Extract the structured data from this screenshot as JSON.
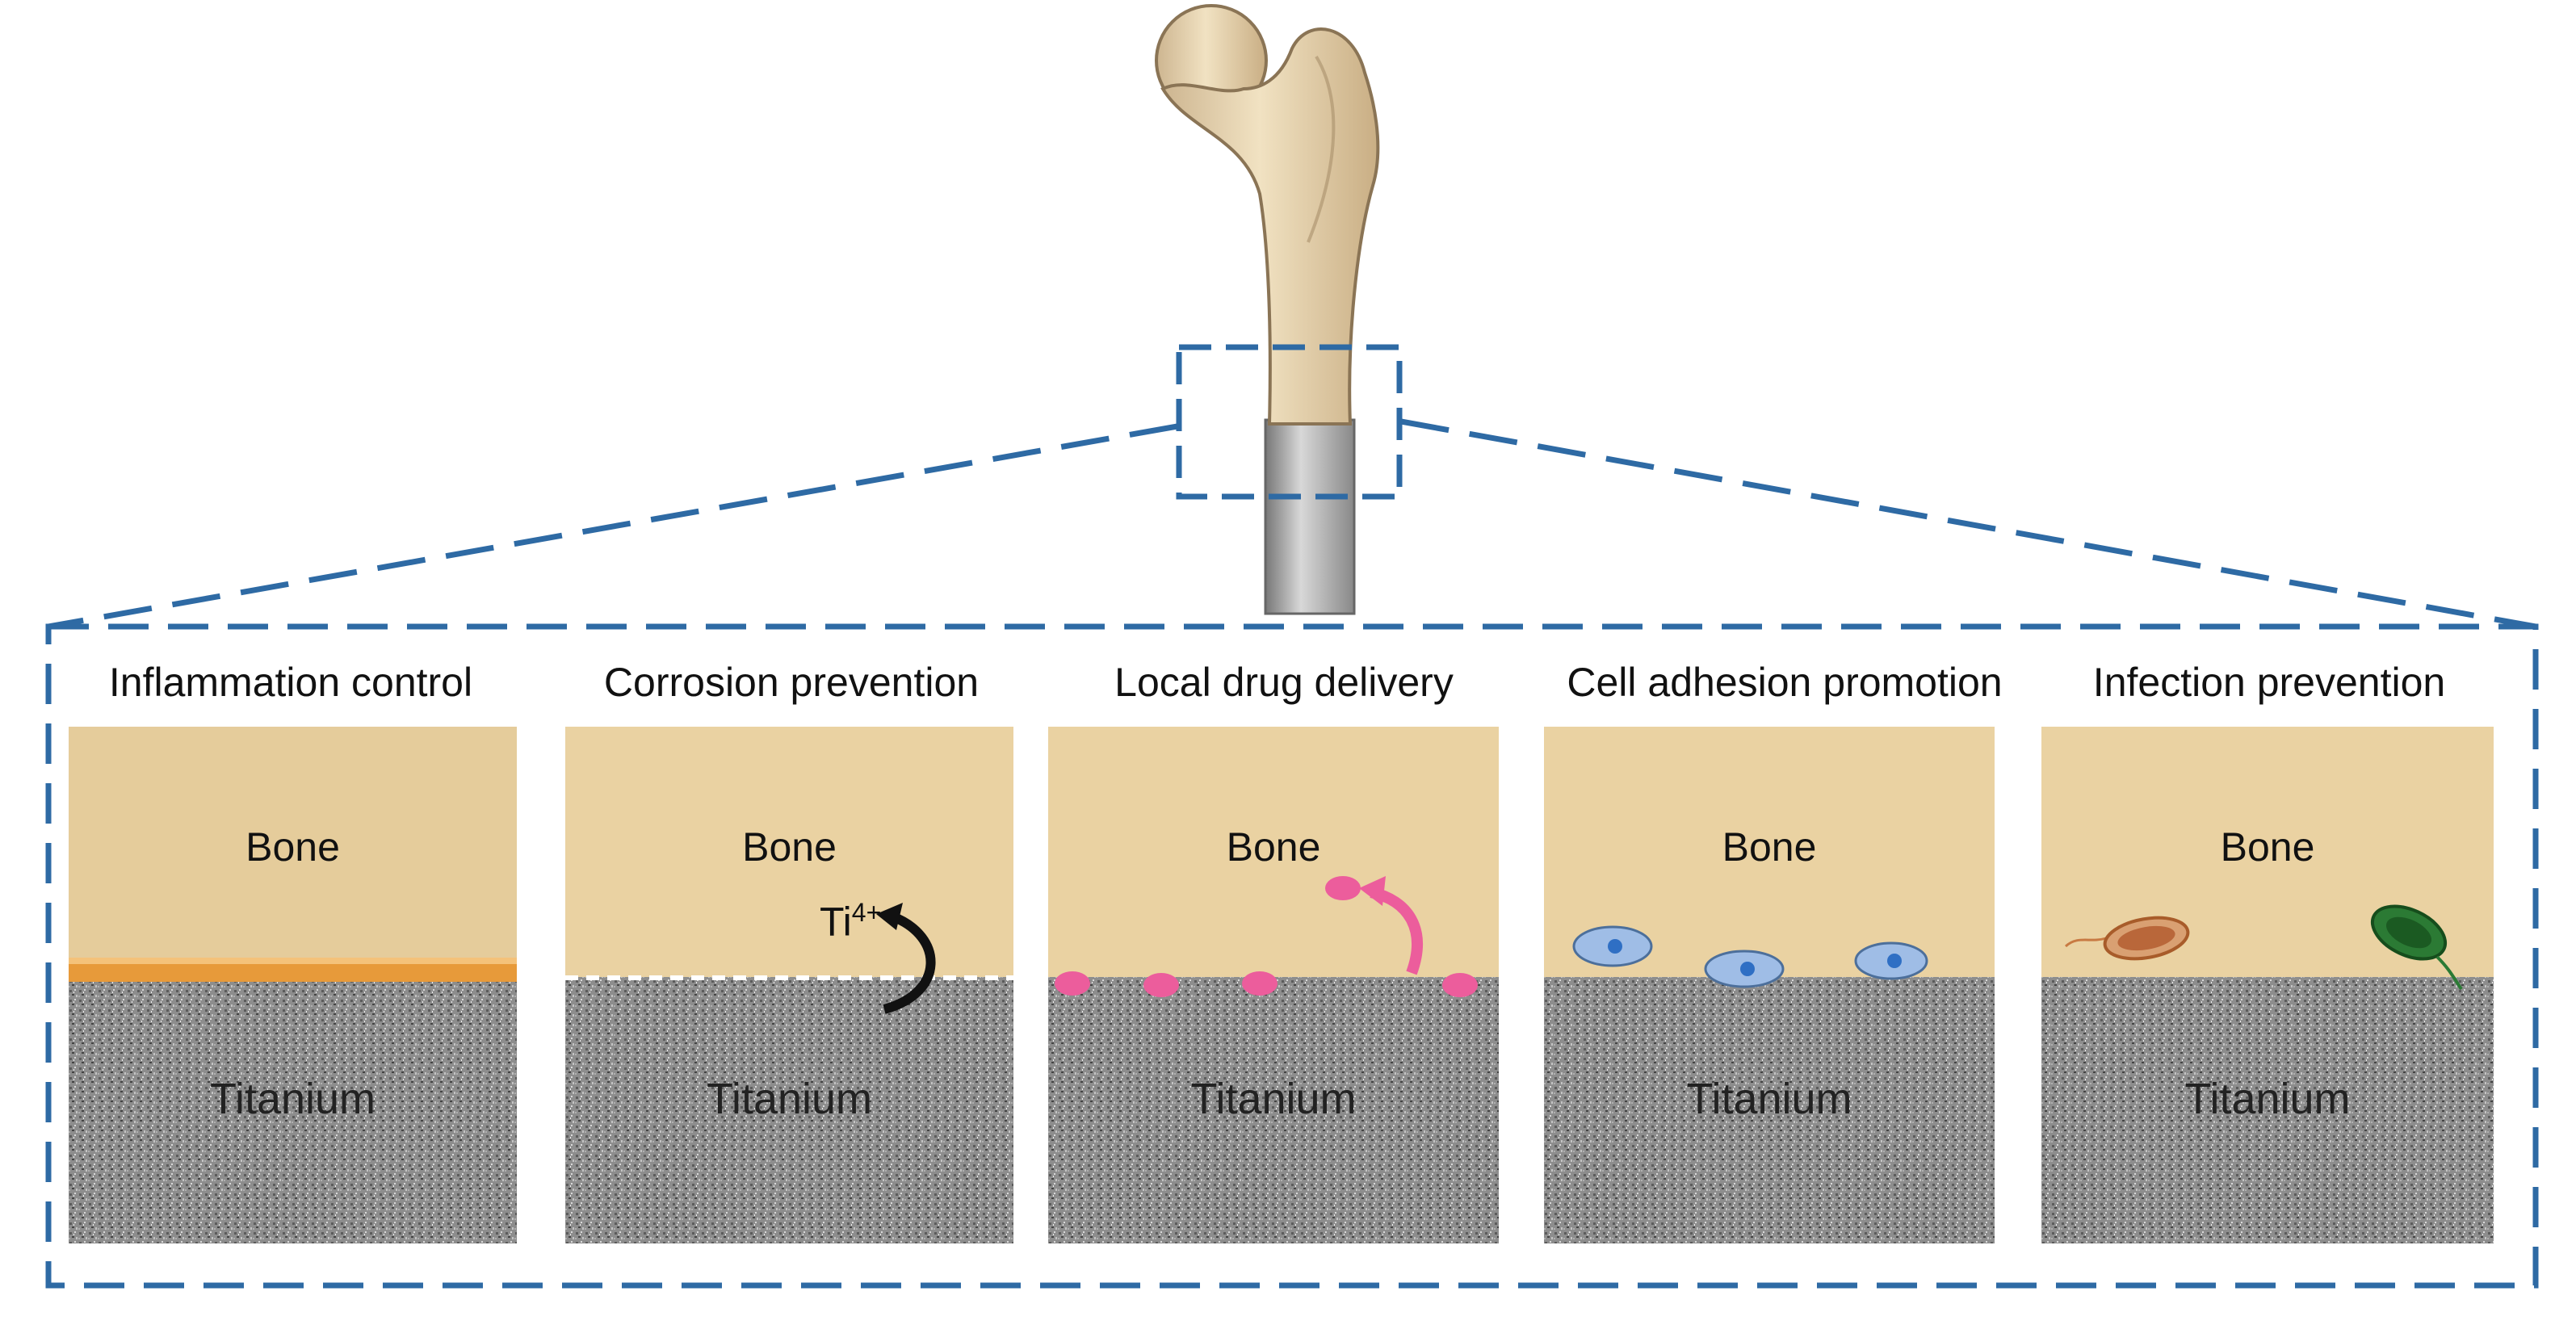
{
  "panels": [
    {
      "title": "Inflammation control",
      "bone_label": "Bone",
      "titanium_label": "Titanium"
    },
    {
      "title": "Corrosion prevention",
      "bone_label": "Bone",
      "titanium_label": "Titanium",
      "ion_label": "Ti",
      "ion_charge": "4+"
    },
    {
      "title": "Local drug delivery",
      "bone_label": "Bone",
      "titanium_label": "Titanium"
    },
    {
      "title": "Cell adhesion promotion",
      "bone_label": "Bone",
      "titanium_label": "Titanium"
    },
    {
      "title": "Infection prevention",
      "bone_label": "Bone",
      "titanium_label": "Titanium"
    }
  ],
  "colors": {
    "bone": "#ead2a2",
    "titanium": "#8c8c8c",
    "coating": "#e79a3a",
    "zoom_box": "#2e6aa4",
    "drug": "#ec5d9c",
    "cell": "#9fbde6",
    "cell_nucleus": "#2f6fc4",
    "bacterium_orange": "#c87a43",
    "bacterium_green": "#2b7a34"
  }
}
